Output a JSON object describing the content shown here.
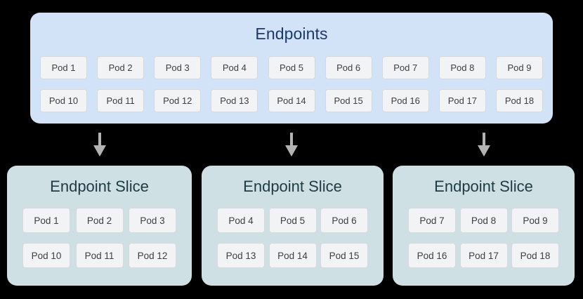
{
  "diagram": {
    "background_color": "#000000",
    "endpoints": {
      "title": "Endpoints",
      "panel_color": "#d2e3f8",
      "title_color": "#1a3a6b",
      "rows": [
        [
          "Pod 1",
          "Pod 2",
          "Pod 3",
          "Pod 4",
          "Pod 5",
          "Pod 6",
          "Pod 7",
          "Pod 8",
          "Pod 9"
        ],
        [
          "Pod 10",
          "Pod 11",
          "Pod 12",
          "Pod 13",
          "Pod 14",
          "Pod 15",
          "Pod 16",
          "Pod 17",
          "Pod 18"
        ]
      ]
    },
    "arrows": {
      "color": "#b3b3b3",
      "count": 3
    },
    "chip": {
      "fill_color": "#f1f3f4",
      "border_color": "#d6d9dc",
      "text_color": "#3c4043"
    },
    "slices": [
      {
        "title": "Endpoint Slice",
        "panel_color": "#cfe0e4",
        "title_color": "#1d3b42",
        "rows": [
          [
            "Pod 1",
            "Pod 2",
            "Pod 3"
          ],
          [
            "Pod 10",
            "Pod 11",
            "Pod 12"
          ]
        ]
      },
      {
        "title": "Endpoint Slice",
        "panel_color": "#cfe0e4",
        "title_color": "#1d3b42",
        "rows": [
          [
            "Pod 4",
            "Pod 5",
            "Pod 6"
          ],
          [
            "Pod 13",
            "Pod 14",
            "Pod 15"
          ]
        ]
      },
      {
        "title": "Endpoint Slice",
        "panel_color": "#cfe0e4",
        "title_color": "#1d3b42",
        "rows": [
          [
            "Pod 7",
            "Pod 8",
            "Pod 9"
          ],
          [
            "Pod 16",
            "Pod 17",
            "Pod 18"
          ]
        ]
      }
    ]
  }
}
